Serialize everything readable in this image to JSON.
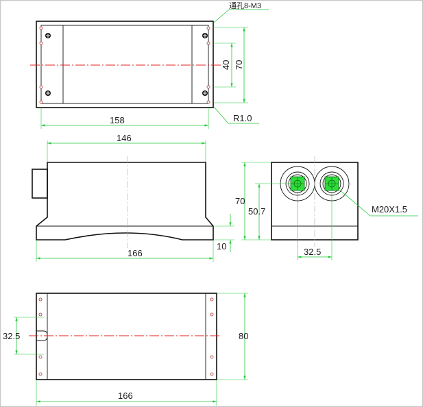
{
  "drawing": {
    "top_view": {
      "callout_hole": "通孔8-M3",
      "callout_radius": "R1.0",
      "dim_length": "158",
      "dim_inner_height": "40",
      "dim_outer_height": "70"
    },
    "front_view": {
      "dim_top_length": "146",
      "dim_bottom_length": "166",
      "dim_foot": "10"
    },
    "side_view": {
      "dim_height": "70",
      "dim_axis_height": "50.7",
      "dim_spacing": "32.5",
      "callout_thread": "M20X1.5"
    },
    "bottom_view": {
      "dim_slot": "32.5",
      "dim_width": "80",
      "dim_length": "166"
    }
  },
  "colors": {
    "outline": "#111111",
    "dimension": "#22c93a",
    "centerline": "#e02020",
    "gland": "#2fdc3a"
  }
}
